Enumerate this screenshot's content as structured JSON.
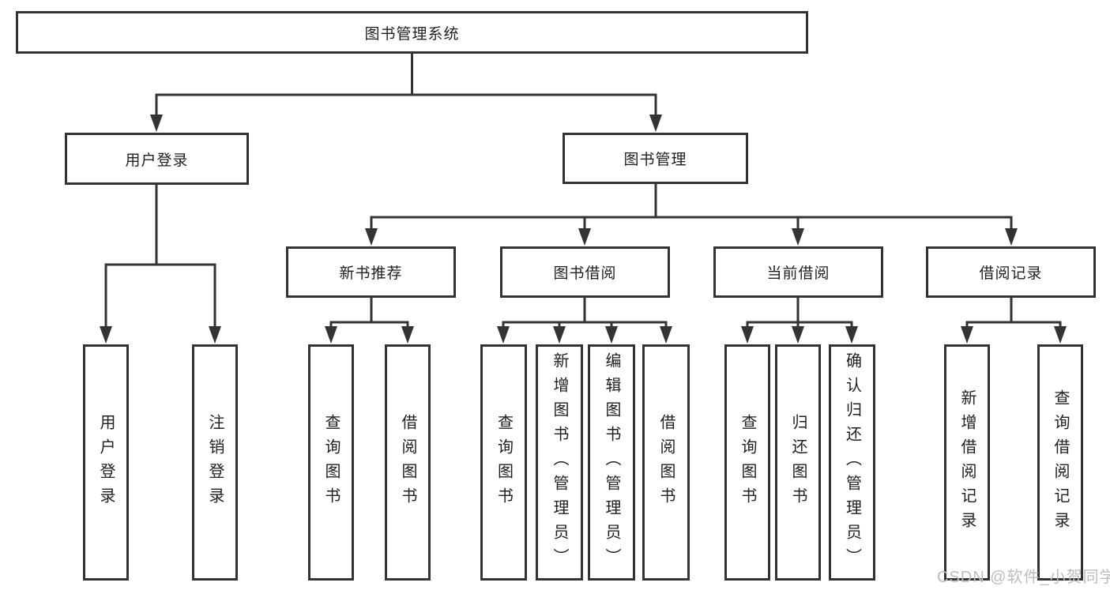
{
  "nodes": {
    "root": "图书管理系统",
    "user_login": "用户登录",
    "book_mgmt": "图书管理",
    "new_books": "新书推荐",
    "book_borrow": "图书借阅",
    "current_borrow": "当前借阅",
    "borrow_records": "借阅记录",
    "ul_login": "用户登录",
    "ul_logout": "注销登录",
    "nb_query": "查询图书",
    "nb_borrow": "借阅图书",
    "bb_query": "查询图书",
    "bb_add": "新增图书（管理员）",
    "bb_edit": "编辑图书（管理员）",
    "bb_borrow": "借阅图书",
    "cb_query": "查询图书",
    "cb_return": "归还图书",
    "cb_confirm": "确认归还（管理员）",
    "br_add": "新增借阅记录",
    "br_query": "查询借阅记录"
  },
  "watermark": "CSDN @软件_小贺同学",
  "colors": {
    "line": "#333333",
    "box_border": "#333333",
    "text": "#1f1f1f",
    "background": "#ffffff",
    "watermark": "#bdbdbd"
  }
}
